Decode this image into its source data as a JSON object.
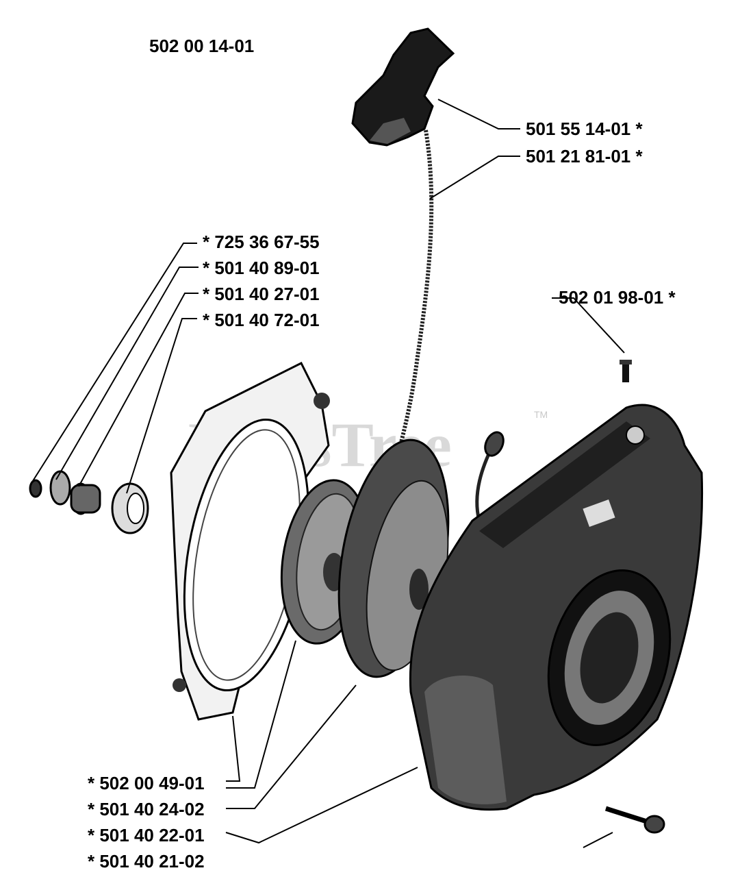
{
  "assembly_number": "502 00 14-01",
  "watermark": {
    "text": "PartsTree",
    "tm": "TM"
  },
  "labels": {
    "handle": "501 55 14-01  *",
    "rope": "501 21 81-01  *",
    "pin": "502 01 98-01  *",
    "screw": "* 725 36 67-55",
    "washer": "* 501 40 89-01",
    "bushing": "* 501 40 27-01",
    "nut": "* 501 40 72-01",
    "spring_cover": "* 502 00 49-01",
    "spring": "* 501 40 24-02",
    "pulley": "* 501 40 22-01",
    "housing": "* 501 40 21-02"
  }
}
